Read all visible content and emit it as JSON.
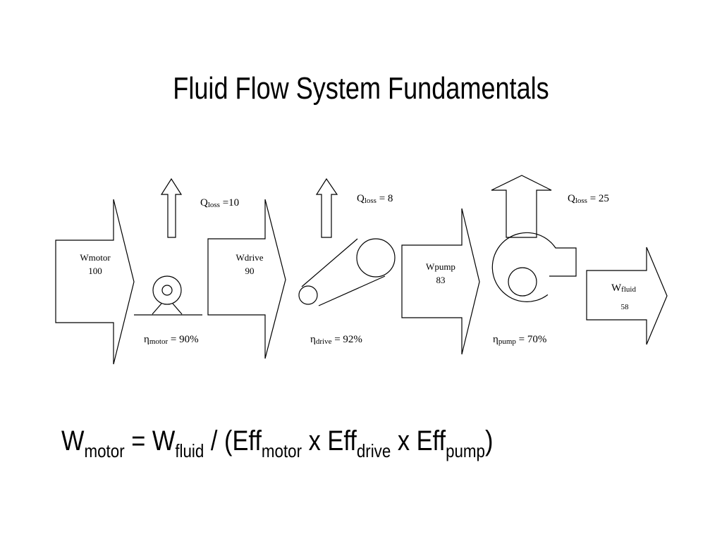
{
  "title": "Fluid Flow System Fundamentals",
  "stages": {
    "motor_in": {
      "label": "Wmotor",
      "value": "100"
    },
    "drive_in": {
      "label": "Wdrive",
      "value": "90"
    },
    "pump_in": {
      "label": "Wpump",
      "value": "83"
    },
    "fluid_out": {
      "label": "W",
      "sub": "fluid",
      "value": "58"
    }
  },
  "losses": {
    "motor": {
      "q": "Q",
      "sub": "loss",
      "tail": " =10"
    },
    "drive": {
      "q": "Q",
      "sub": "loss",
      "tail": " = 8"
    },
    "pump": {
      "q": "Q",
      "sub": "loss",
      "tail": " = 25"
    }
  },
  "efficiencies": {
    "motor": {
      "eta": "η",
      "sub": "motor",
      "tail": " = 90%"
    },
    "drive": {
      "eta": "η",
      "sub": "drive",
      "tail": " = 92%"
    },
    "pump": {
      "eta": "η",
      "sub": "pump",
      "tail": " = 70%"
    }
  },
  "formula": {
    "w": "W",
    "motor_sub": "motor",
    "eq": " = W",
    "fluid_sub": "fluid",
    "div": " / (Eff",
    "eff_motor_sub": "motor",
    "x1": " x Eff",
    "eff_drive_sub": "drive",
    "x2": " x Eff",
    "eff_pump_sub": "pump",
    "close": ")"
  }
}
